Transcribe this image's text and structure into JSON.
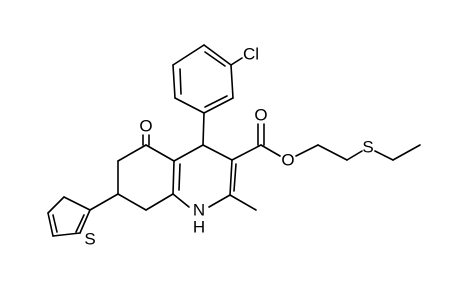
{
  "molecule": {
    "labels": {
      "chlorine": "Cl",
      "ketone_oxygen": "O",
      "ester_carbonyl_oxygen": "O",
      "ester_ether_oxygen": "O",
      "thioether_sulfur": "S",
      "thiophene_sulfur": "S",
      "amine": "N",
      "amine_hydrogen": "H"
    },
    "colors": {
      "bonds": "#000000",
      "labels": "#000000",
      "background": "#ffffff"
    }
  }
}
